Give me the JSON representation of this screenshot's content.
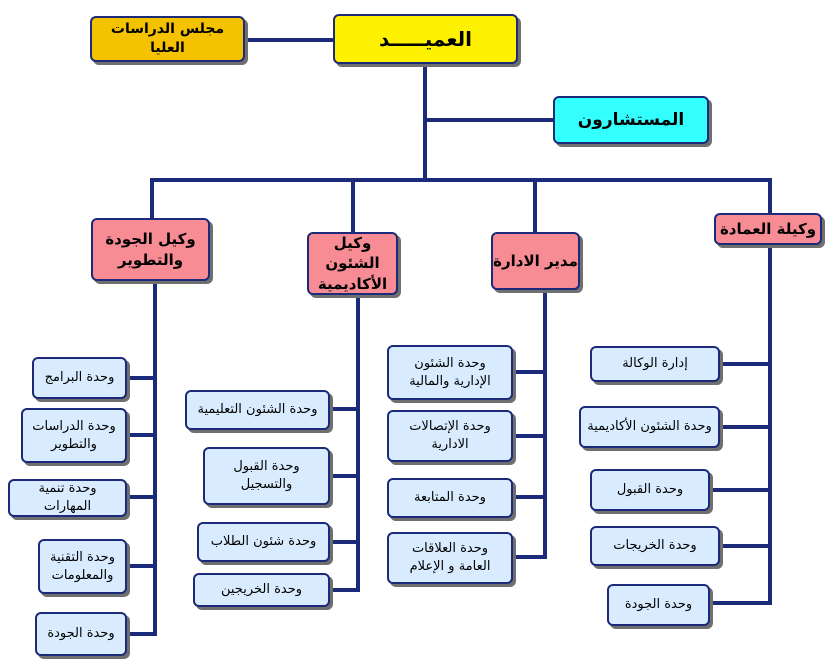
{
  "colors": {
    "line": "#1c2a7a",
    "dean": "#fff200",
    "council": "#f5c200",
    "advisors": "#33ffff",
    "department_head": "#f78c95",
    "unit": "#d9ecff"
  },
  "dean": {
    "label": "العميـــــد"
  },
  "council": {
    "label": "مجلس الدراسات العليا"
  },
  "advisors": {
    "label": "المستشارون"
  },
  "departments": [
    {
      "head": "وكيلة العمادة",
      "units": [
        "إدارة الوكالة",
        "وحدة الشئون الأكاديمية",
        "وحدة القبول",
        "وحدة الخريجات",
        "وحدة الجودة"
      ]
    },
    {
      "head": "مدير الادارة",
      "units": [
        "وحدة الشئون الإدارية والمالية",
        "وحدة الإتصالات الادارية",
        "وحدة المتابعة",
        "وحدة العلاقات العامة و الإعلام"
      ]
    },
    {
      "head": "وكيل الشئون الأكاديمية",
      "units": [
        "وحدة الشئون التعليمية",
        "وحدة القبول والتسجيل",
        "وحدة شئون الطلاب",
        "وحدة الخريجين"
      ]
    },
    {
      "head": "وكيل الجودة والتطوير",
      "units": [
        "وحدة البرامج",
        "وحدة الدراسات والتطوير",
        "وحدة تنمية المهارات",
        "وحدة التقنية والمعلومات",
        "وحدة الجودة"
      ]
    }
  ]
}
